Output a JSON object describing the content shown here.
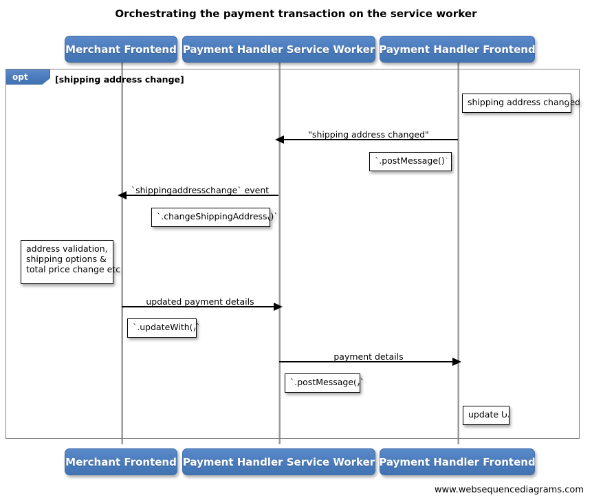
{
  "diagram": {
    "title": "Orchestrating the payment transaction on the service worker",
    "type": "uml-sequence-diagram",
    "footer": "www.websequencediagrams.com",
    "colors": {
      "participant_fill": "#4a7ab9",
      "participant_text": "#ffffff",
      "frame_border": "#7d7d7d",
      "lifeline": "#9a9a9a",
      "note_fill": "#ffffff",
      "line": "#000000"
    }
  },
  "participants": [
    {
      "id": "merchant",
      "label": "Merchant Frontend"
    },
    {
      "id": "sw",
      "label": "Payment Handler Service Worker"
    },
    {
      "id": "phf",
      "label": "Payment Handler Frontend"
    }
  ],
  "fragment": {
    "kind": "opt",
    "tag_label": "opt",
    "condition": "[shipping address change]"
  },
  "messages": [
    {
      "id": "m1",
      "label": "\"shipping address changed\"",
      "from": "phf",
      "to": "sw",
      "direction": "left"
    },
    {
      "id": "m2",
      "label": "`shippingaddresschange` event",
      "from": "sw",
      "to": "merchant",
      "direction": "left"
    },
    {
      "id": "m3",
      "label": "updated payment details",
      "from": "merchant",
      "to": "sw",
      "direction": "right"
    },
    {
      "id": "m4",
      "label": "payment details",
      "from": "sw",
      "to": "phf",
      "direction": "right"
    }
  ],
  "notes": [
    {
      "id": "n1",
      "over": "phf",
      "lines": [
        "shipping address changed"
      ]
    },
    {
      "id": "n2",
      "over": "phf",
      "lines": [
        "`.postMessage()`"
      ]
    },
    {
      "id": "n3",
      "over": "sw",
      "lines": [
        "`.changeShippingAddress()`"
      ]
    },
    {
      "id": "n4",
      "over": "merchant",
      "lines": [
        "address validation,",
        "shipping options &",
        "total price change etc"
      ]
    },
    {
      "id": "n5",
      "over": "merchant",
      "lines": [
        "`.updateWith()`"
      ]
    },
    {
      "id": "n6",
      "over": "sw",
      "lines": [
        "`.postMessage()`"
      ]
    },
    {
      "id": "n7",
      "over": "phf",
      "lines": [
        "update UI"
      ]
    }
  ]
}
